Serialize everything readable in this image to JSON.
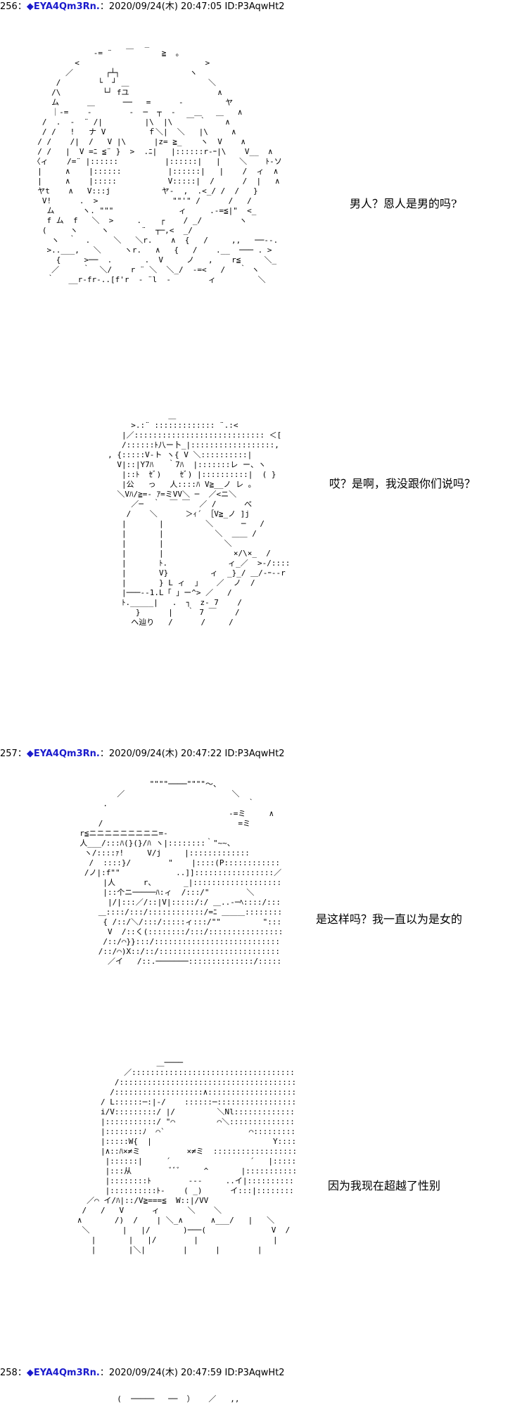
{
  "posts": [
    {
      "num": "256：",
      "name": "◆EYA4Qm3Rn.",
      "meta": "：2020/09/24(木) 20:47:05 ID:P3AqwHt2"
    },
    {
      "num": "257：",
      "name": "◆EYA4Qm3Rn.",
      "meta": "：2020/09/24(木) 20:47:22 ID:P3AqwHt2"
    },
    {
      "num": "258：",
      "name": "◆EYA4Qm3Rn.",
      "meta": "：2020/09/24(木) 20:47:59 ID:P3AqwHt2"
    }
  ],
  "dialogue": [
    "男人？恩人是男的吗?",
    "哎？是啊，我没跟你们说吗？",
    "是这样吗？我一直以为是女的",
    "因为我现在超越了性别"
  ]
}
